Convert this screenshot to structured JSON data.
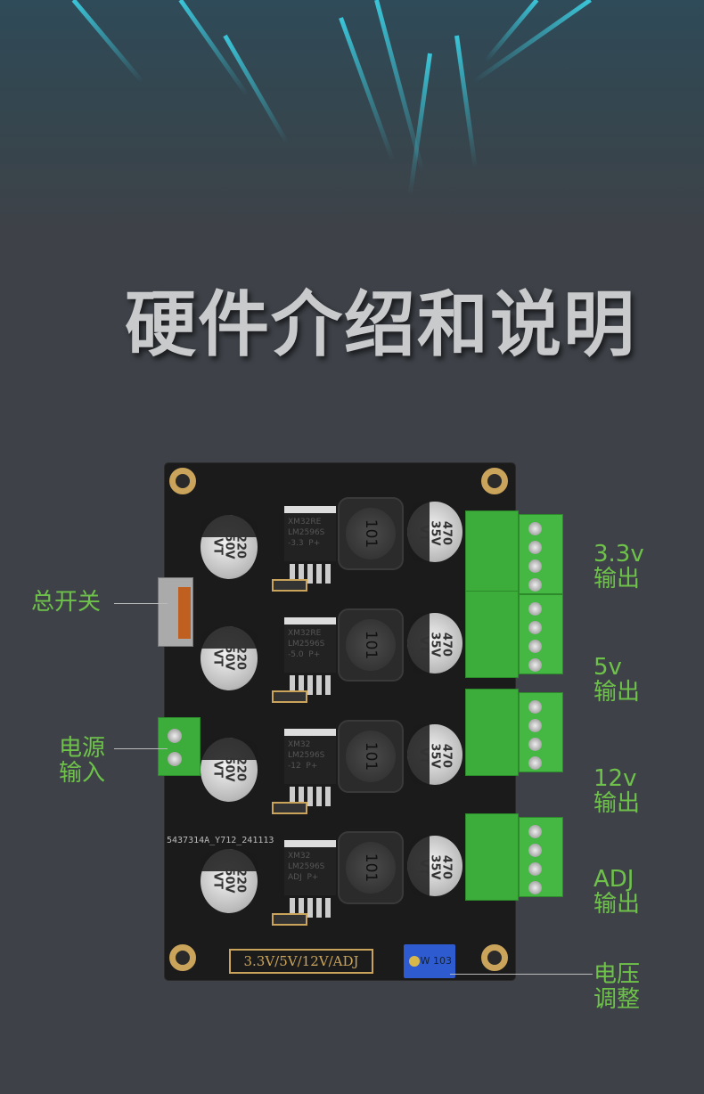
{
  "title": "硬件介绍和说明",
  "board": {
    "silkscreen": "3.3V/5V/12V/ADJ",
    "serial": "5437314A_Y712_241113",
    "potentiometer": "W 103",
    "rows": [
      {
        "input_cap": "220\n50V\nVT",
        "ic": "XM32RE\nLM2596S\n-3.3  P+",
        "inductor": "101",
        "output_cap": "470\n35V\nVT"
      },
      {
        "input_cap": "220\n50V\nVT",
        "ic": "XM32RE\nLM2596S\n-5.0  P+",
        "inductor": "101",
        "output_cap": "470\n35V\nVT"
      },
      {
        "input_cap": "220\n50V\nVT",
        "ic": "XM32\nLM2596S\n-12  P+",
        "inductor": "101",
        "output_cap": "470\n35V\nVT"
      },
      {
        "input_cap": "220\n50V\nVT",
        "ic": "XM32\nLM2596S\nADJ  P+",
        "inductor": "101",
        "output_cap": "470\n35V\nVT"
      }
    ]
  },
  "labels": {
    "switch": "总开关",
    "power_in": [
      "电源",
      "输入"
    ],
    "out_33": [
      "3.3v",
      "输出"
    ],
    "out_5": [
      "5v",
      "输出"
    ],
    "out_12": [
      "12v",
      "输出"
    ],
    "out_adj": [
      "ADJ",
      "输出"
    ],
    "adjust": [
      "电压",
      "调整"
    ]
  },
  "colors": {
    "label": "#6ec24a",
    "background": "#3e4248",
    "terminal": "#3cad3a"
  }
}
